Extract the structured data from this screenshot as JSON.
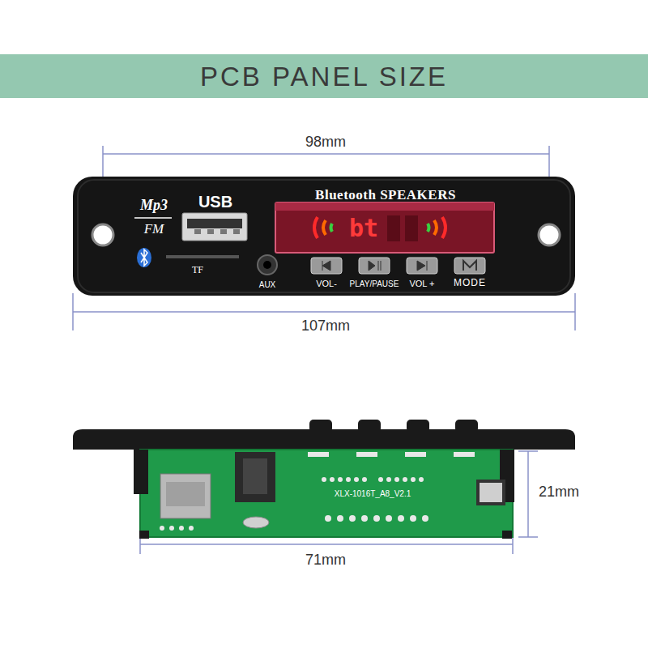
{
  "diagram": {
    "title": "PCB PANEL SIZE",
    "labels": [
      "Mp3",
      "FM",
      "USB",
      "TF",
      "AUX",
      "Bluetooth SPEAKERS",
      "bt",
      "VOL-",
      "PLAY/PAUSE",
      "VOL +",
      "MODE",
      "98mm",
      "107mm",
      "71mm",
      "21mm",
      "XLX-1016T_A8_V2.1"
    ]
  }
}
